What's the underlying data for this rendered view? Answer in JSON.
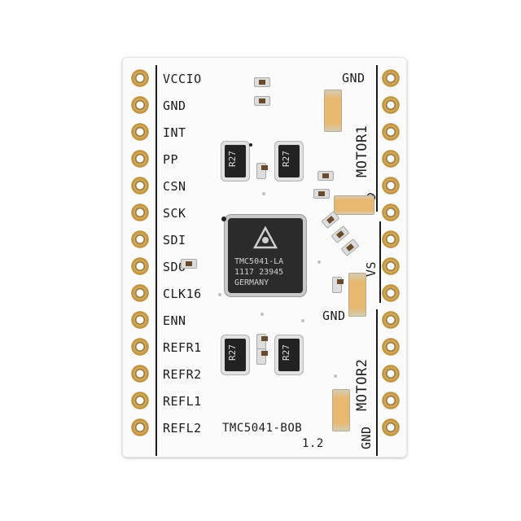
{
  "board": {
    "left_labels": [
      "VCCIO",
      "GND",
      "INT",
      "PP",
      "CSN",
      "SCK",
      "SDI",
      "SDO",
      "CLK16",
      "ENN",
      "REFR1",
      "REFR2",
      "REFL1",
      "REFL2"
    ],
    "gnd_top": "GND",
    "motor1": "MOTOR1",
    "gnd_mid": "GND",
    "vs_partial": "VS",
    "gnd_lower": "GND",
    "motor2": "MOTOR2",
    "gnd_bottom": "GND",
    "name": "TMC5041-BOB",
    "version": "1.2",
    "resistor_label": "R27"
  },
  "chip": {
    "line1": "TMC5041-LA",
    "line2": "1117 23945",
    "line3": "GERMANY",
    "logo": "trinamic-logo-icon"
  },
  "colors": {
    "board": "#fbfbfb",
    "silkscreen": "#1b1b1b",
    "pad_gold": "#d8b060",
    "chip": "#2b2b2b",
    "capacitor": "#e9b870"
  }
}
